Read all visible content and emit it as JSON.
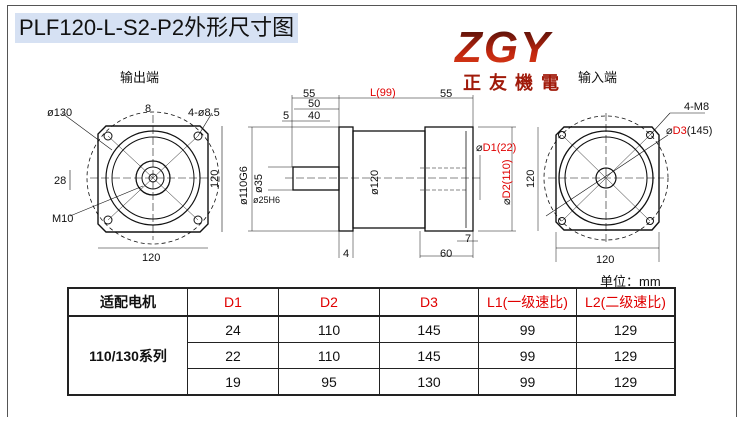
{
  "title": "PLF120-L-S2-P2外形尺寸图",
  "logo": {
    "brand": "ZGY",
    "subtitle": "正友機電",
    "color": "#b0200c"
  },
  "views": {
    "output_end": {
      "label": "输出端",
      "dims": {
        "d130": "ø130",
        "key": "8",
        "holes": "4-ø8.5",
        "height28": "28",
        "thread": "M10",
        "width": "120",
        "height": "120"
      }
    },
    "side": {
      "dims": {
        "d55a": "55",
        "d50": "50",
        "d5": "5",
        "d40": "40",
        "length_label": "L",
        "length_value": "(99)",
        "d55b": "55",
        "d110g6": "ø110G6",
        "d35": "ø35",
        "d25h6": "ø25H6",
        "d120": "ø120",
        "d1_label": "D1",
        "d1_value": "(22)",
        "d2_label": "D2",
        "d2_value": "(110)",
        "h120": "120",
        "d4": "4",
        "d60": "60",
        "d7": "7"
      }
    },
    "input_end": {
      "label": "输入端",
      "dims": {
        "holes": "4-M8",
        "d3_label": "D3",
        "d3_value": "(145)",
        "width": "120"
      }
    }
  },
  "unit": "单位：mm",
  "table": {
    "headers": [
      "适配电机",
      "D1",
      "D2",
      "D3",
      "L1(一级速比)",
      "L2(二级速比)"
    ],
    "series": "110/130系列",
    "rows": [
      [
        "24",
        "110",
        "145",
        "99",
        "129"
      ],
      [
        "22",
        "110",
        "145",
        "99",
        "129"
      ],
      [
        "19",
        "95",
        "130",
        "99",
        "129"
      ]
    ]
  },
  "colors": {
    "accent": "#e00000",
    "title_bg": "#d6e1f3"
  }
}
